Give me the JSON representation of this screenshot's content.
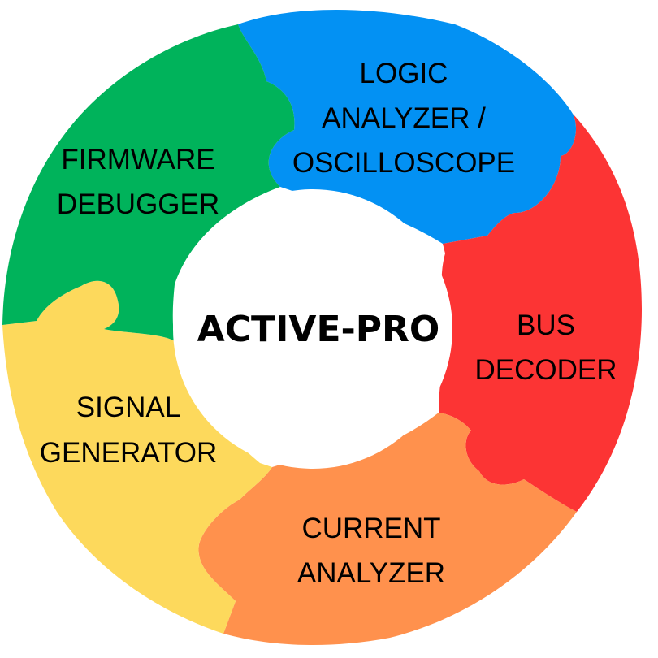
{
  "center": {
    "title": "ACTIVE-PRO"
  },
  "segments": [
    {
      "id": "logic-analyzer",
      "lines": [
        "LOGIC",
        "ANALYZER /",
        "OSCILLOSCOPE"
      ],
      "color": "#0391f3"
    },
    {
      "id": "bus-decoder",
      "lines": [
        "BUS",
        "DECODER"
      ],
      "color": "#fc3434"
    },
    {
      "id": "current-analyzer",
      "lines": [
        "CURRENT",
        "ANALYZER"
      ],
      "color": "#ff914d"
    },
    {
      "id": "signal-generator",
      "lines": [
        "SIGNAL",
        "GENERATOR"
      ],
      "color": "#fdd95c"
    },
    {
      "id": "firmware-debugger",
      "lines": [
        "FIRMWARE",
        "DEBUGGER"
      ],
      "color": "#00b35b"
    }
  ],
  "colors": {
    "background": "#ffffff",
    "center_fill": "#ffffff",
    "text": "#000000"
  }
}
